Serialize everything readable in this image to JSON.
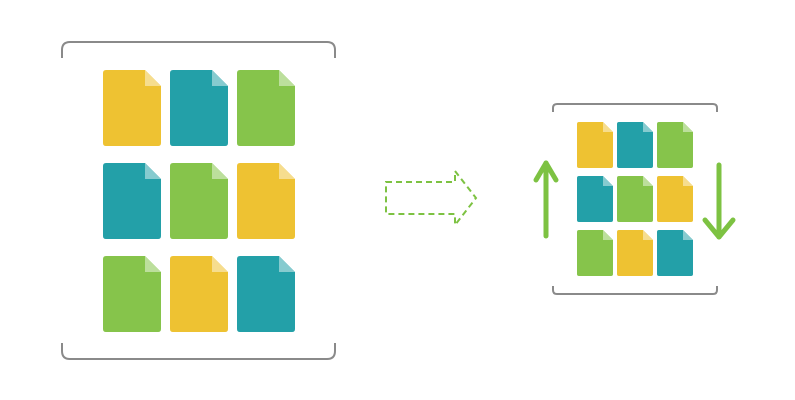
{
  "colors": {
    "yellow": "#EEC232",
    "teal": "#23A0A8",
    "green": "#86C44B",
    "bracket": "#8A8A8A",
    "arrow": "#7DC242"
  },
  "icons": {
    "file": "file-icon",
    "transform_arrow": "dashed-right-arrow-icon",
    "up_arrow": "up-arrow-icon",
    "down_arrow": "down-arrow-icon"
  },
  "large_grid": [
    [
      "yellow",
      "teal",
      "green"
    ],
    [
      "teal",
      "green",
      "yellow"
    ],
    [
      "green",
      "yellow",
      "teal"
    ]
  ],
  "small_grid": [
    [
      "yellow",
      "teal",
      "green"
    ],
    [
      "teal",
      "green",
      "yellow"
    ],
    [
      "green",
      "yellow",
      "teal"
    ]
  ]
}
